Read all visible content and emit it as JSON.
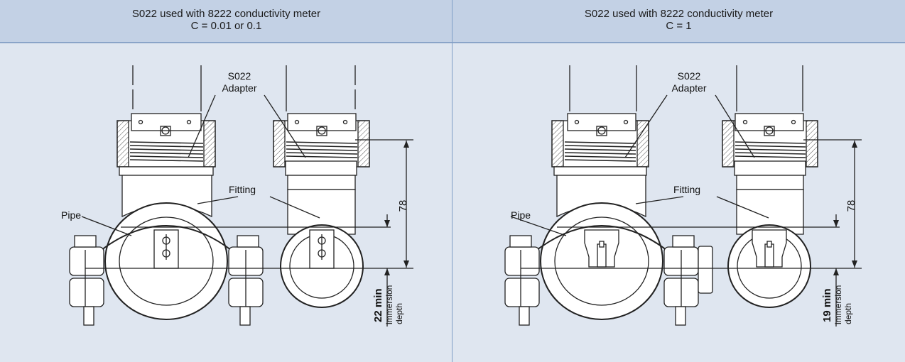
{
  "panels": [
    {
      "title_line1": "S022 used with 8222 conductivity meter",
      "title_line2": "C = 0.01 or 0.1",
      "label_adapter_1": "S022",
      "label_adapter_2": "Adapter",
      "label_fitting": "Fitting",
      "label_pipe": "Pipe",
      "dimension_height": "78",
      "min_depth": "22 min",
      "depth_line1": "immersion",
      "depth_line2": "depth"
    },
    {
      "title_line1": "S022 used with 8222 conductivity meter",
      "title_line2": "C = 1",
      "label_adapter_1": "S022",
      "label_adapter_2": "Adapter",
      "label_fitting": "Fitting",
      "label_pipe": "Pipe",
      "dimension_height": "78",
      "min_depth": "19 min",
      "depth_line1": "immersion",
      "depth_line2": "depth"
    }
  ]
}
